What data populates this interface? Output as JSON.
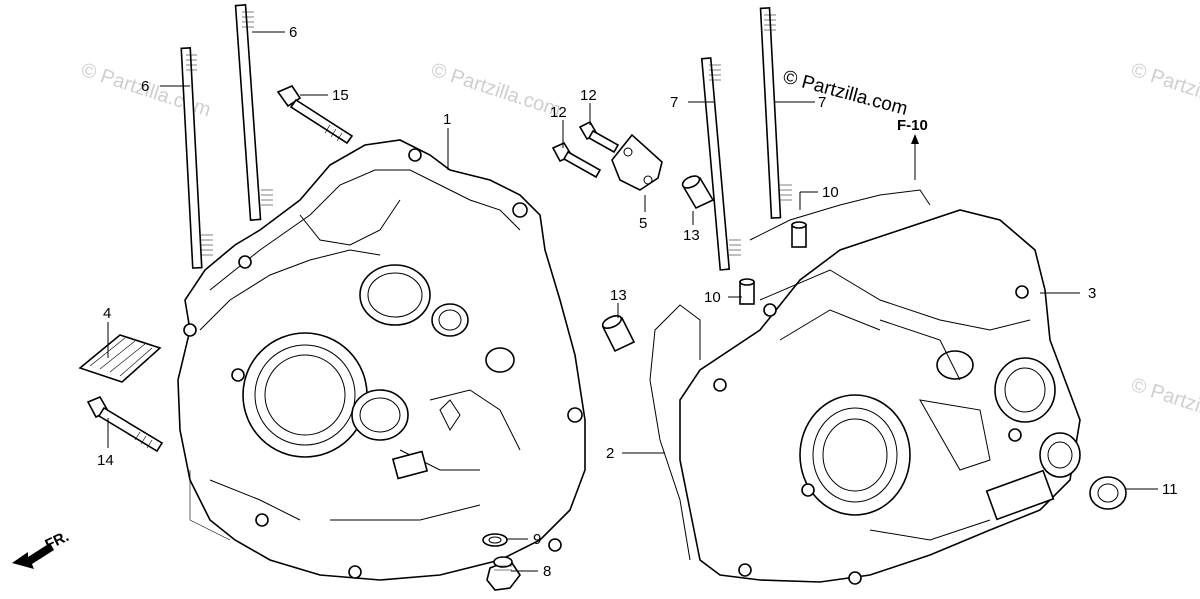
{
  "watermark": {
    "text": "© Partzilla.com",
    "copyright": "© Partzilla.com"
  },
  "direction": {
    "front_label": "FR.",
    "ref_label": "F-10"
  },
  "callouts": {
    "c1": "1",
    "c2": "2",
    "c3": "3",
    "c4": "4",
    "c5": "5",
    "c6a": "6",
    "c6b": "6",
    "c7a": "7",
    "c7b": "7",
    "c8": "8",
    "c9": "9",
    "c10a": "10",
    "c10b": "10",
    "c11": "11",
    "c12a": "12",
    "c12b": "12",
    "c13a": "13",
    "c13b": "13",
    "c14": "14",
    "c15": "15"
  }
}
